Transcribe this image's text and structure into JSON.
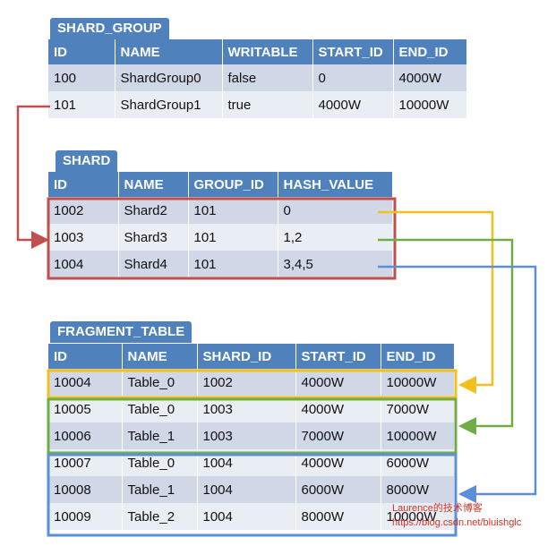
{
  "shard_group": {
    "title": "SHARD_GROUP",
    "headers": [
      "ID",
      "NAME",
      "WRITABLE",
      "START_ID",
      "END_ID"
    ],
    "rows": [
      [
        "100",
        "ShardGroup0",
        "false",
        "0",
        "4000W"
      ],
      [
        "101",
        "ShardGroup1",
        "true",
        "4000W",
        "10000W"
      ]
    ]
  },
  "shard": {
    "title": "SHARD",
    "headers": [
      "ID",
      "NAME",
      "GROUP_ID",
      "HASH_VALUE"
    ],
    "rows": [
      [
        "1002",
        "Shard2",
        "101",
        "0"
      ],
      [
        "1003",
        "Shard3",
        "101",
        "1,2"
      ],
      [
        "1004",
        "Shard4",
        "101",
        "3,4,5"
      ]
    ]
  },
  "fragment_table": {
    "title": "FRAGMENT_TABLE",
    "headers": [
      "ID",
      "NAME",
      "SHARD_ID",
      "START_ID",
      "END_ID"
    ],
    "rows": [
      [
        "10004",
        "Table_0",
        "1002",
        "4000W",
        "10000W"
      ],
      [
        "10005",
        "Table_0",
        "1003",
        "4000W",
        "7000W"
      ],
      [
        "10006",
        "Table_1",
        "1003",
        "7000W",
        "10000W"
      ],
      [
        "10007",
        "Table_0",
        "1004",
        "4000W",
        "6000W"
      ],
      [
        "10008",
        "Table_1",
        "1004",
        "6000W",
        "8000W"
      ],
      [
        "10009",
        "Table_2",
        "1004",
        "8000W",
        "10000W"
      ]
    ]
  },
  "watermark": {
    "line1": "Laurence的技术博客",
    "line2": "https://blog.csdn.net/bluishglc"
  },
  "colors": {
    "header": "#4f81bd",
    "row_dark": "#d0d8e8",
    "row_light": "#e9edf4",
    "red": "#c0504d",
    "yellow": "#f2c01e",
    "green": "#70ad47",
    "blue": "#5b8fd6"
  }
}
